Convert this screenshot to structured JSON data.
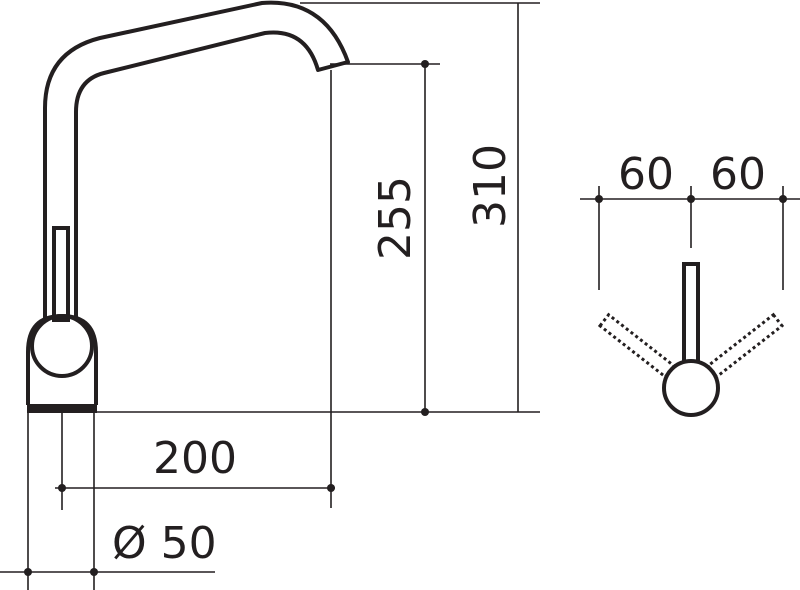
{
  "diagram": {
    "ink_color": "#231f20",
    "background_color": "#ffffff",
    "labels": {
      "spout_reach": "200",
      "base_diameter": "Ø 50",
      "outlet_height": "255",
      "total_height": "310",
      "swivel_left": "60",
      "swivel_right": "60"
    }
  }
}
